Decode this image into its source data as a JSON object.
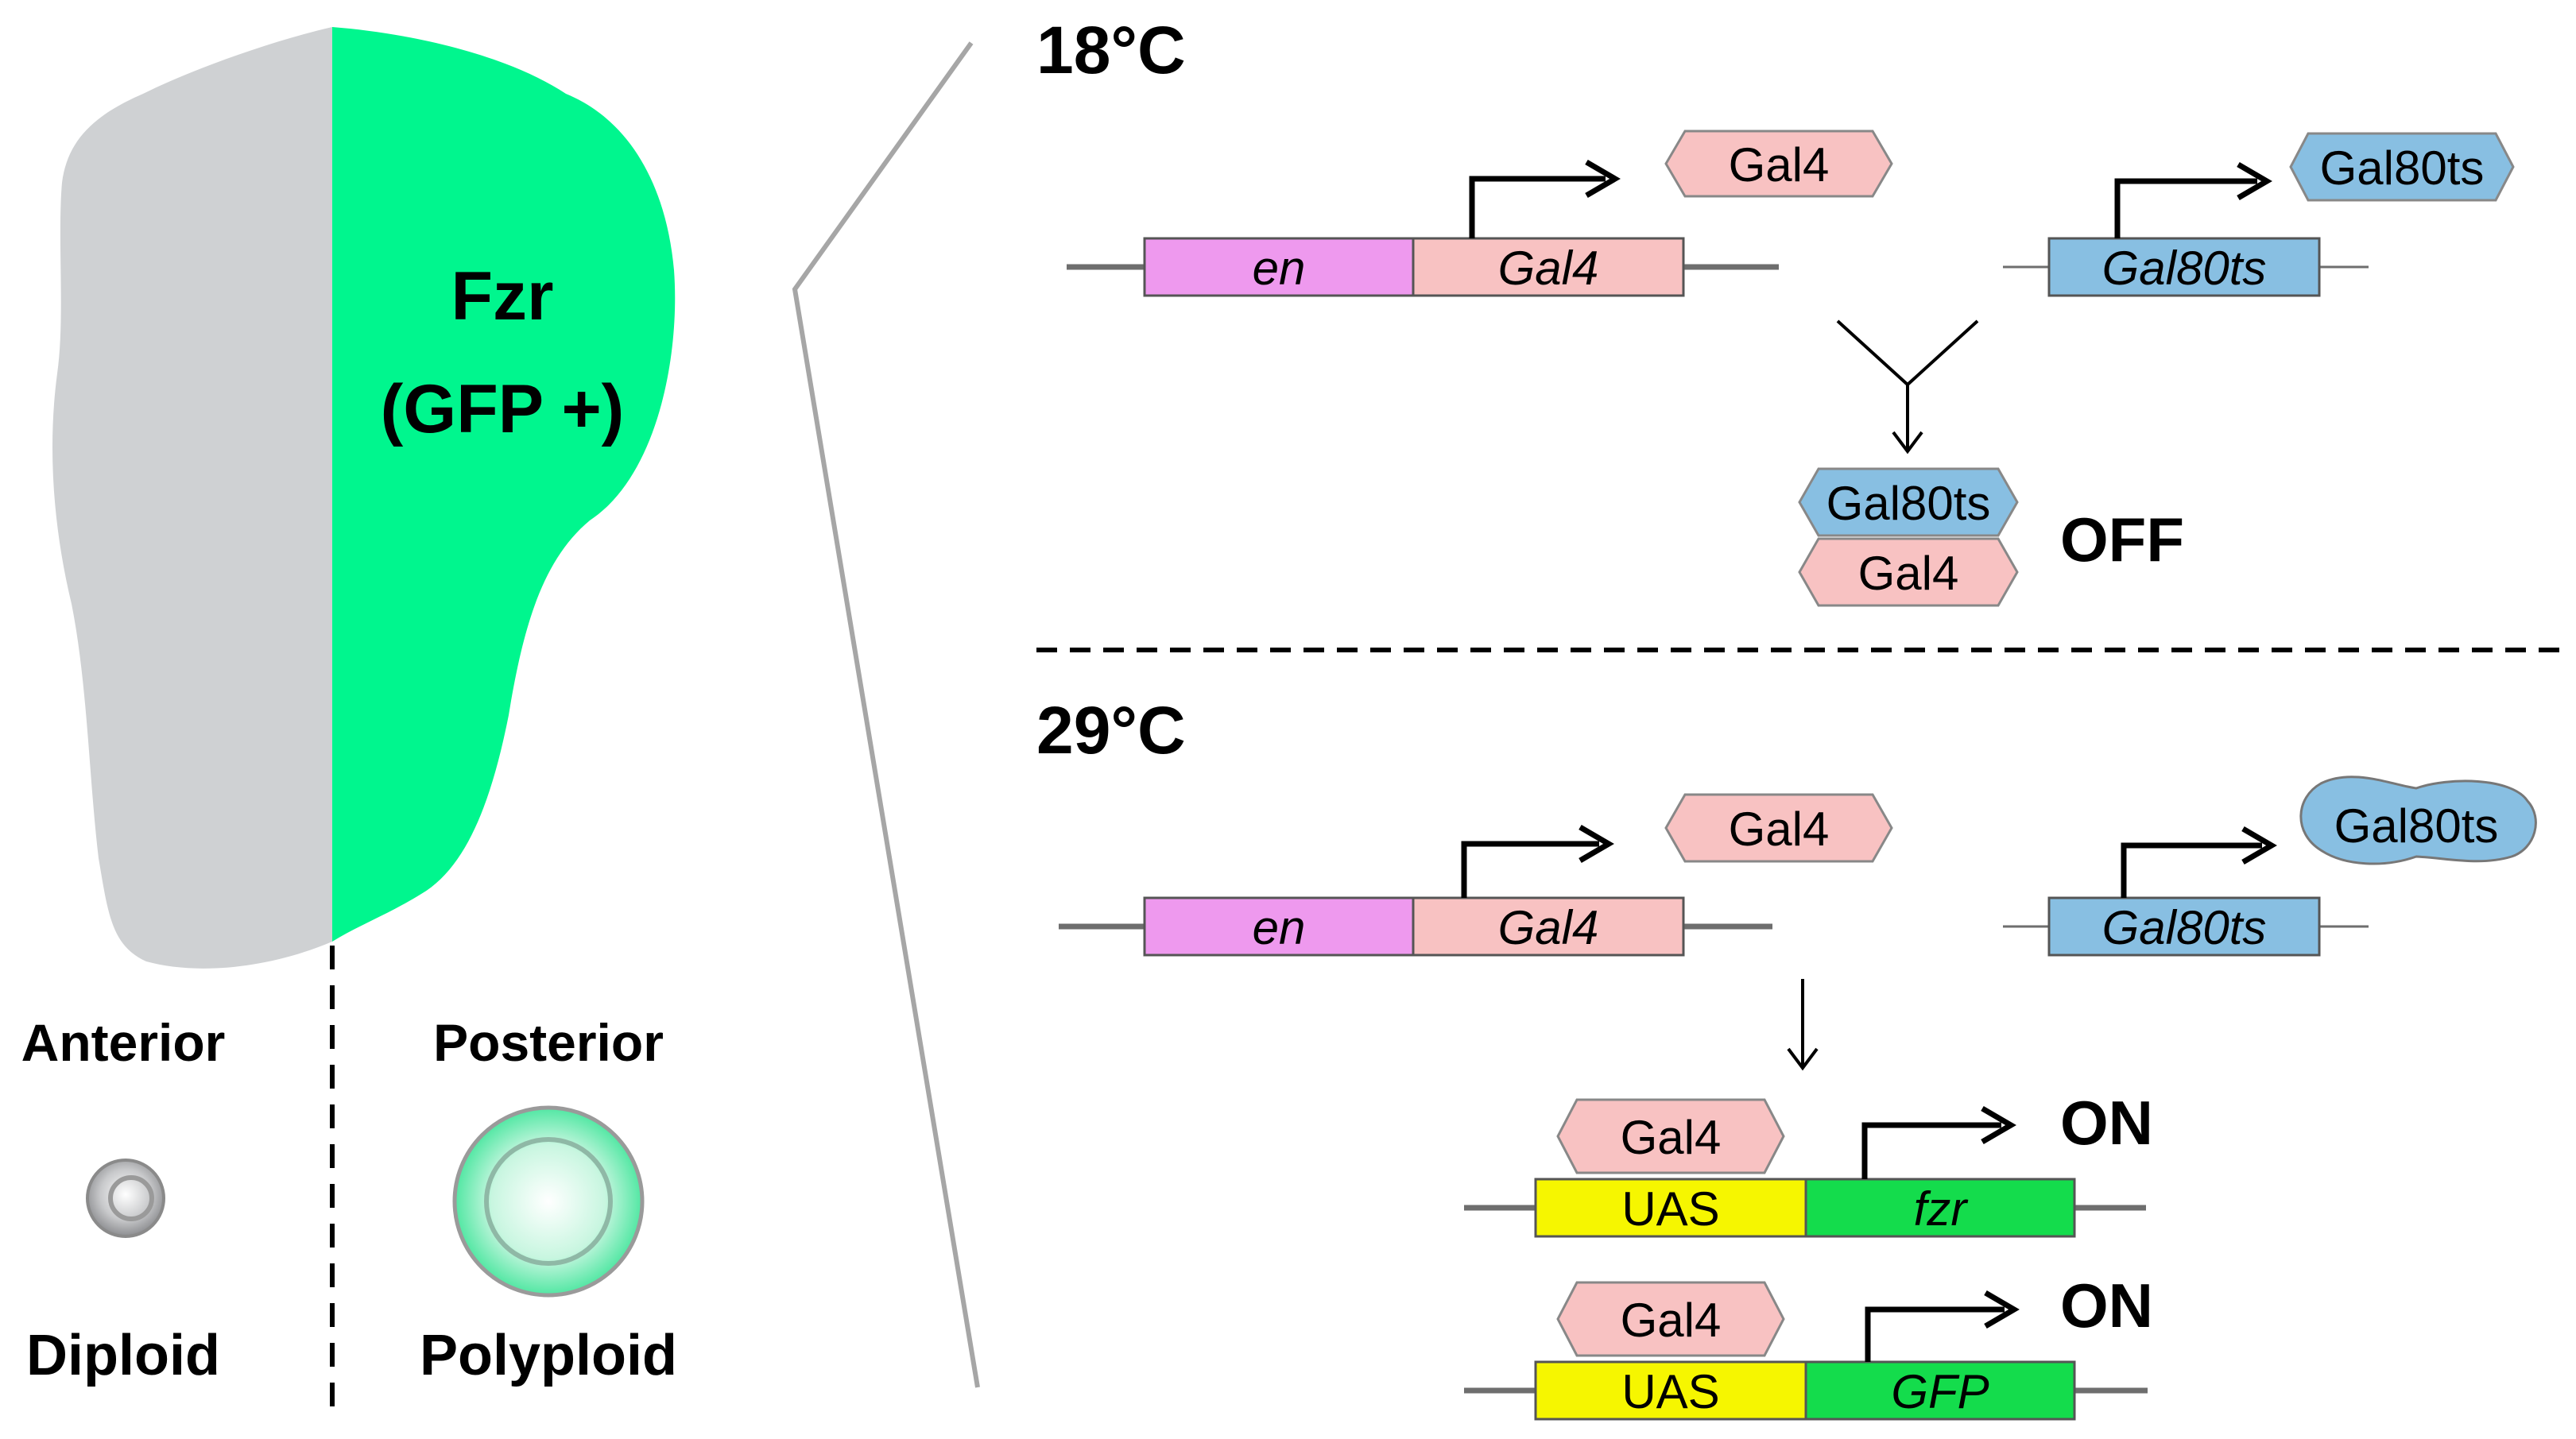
{
  "colors": {
    "tissue_anterior": "#cfd1d3",
    "tissue_posterior": "#00f68e",
    "en_box": "#ee99ee",
    "gal4": "#f8c2c2",
    "gal80ts": "#88bfe2",
    "uas": "#f6f600",
    "reporter": "#14dc4c",
    "dna_line": "#6e6e6e"
  },
  "left_panel": {
    "tissue_label_line1": "Fzr",
    "tissue_label_line2": "(GFP +)",
    "anterior_label": "Anterior",
    "posterior_label": "Posterior",
    "diploid_label": "Diploid",
    "polyploid_label": "Polyploid"
  },
  "top_panel": {
    "temperature": "18°C",
    "construct1_promoter": "en",
    "construct1_gene": "Gal4",
    "protein1": "Gal4",
    "construct2_gene": "Gal80ts",
    "protein2": "Gal80ts",
    "complex_top": "Gal80ts",
    "complex_bottom": "Gal4",
    "state": "OFF"
  },
  "bottom_panel": {
    "temperature": "29°C",
    "construct1_promoter": "en",
    "construct1_gene": "Gal4",
    "protein1": "Gal4",
    "construct2_gene": "Gal80ts",
    "protein2": "Gal80ts",
    "reporter1": {
      "bound": "Gal4",
      "uas": "UAS",
      "gene": "fzr",
      "state": "ON"
    },
    "reporter2": {
      "bound": "Gal4",
      "uas": "UAS",
      "gene": "GFP",
      "state": "ON"
    }
  }
}
